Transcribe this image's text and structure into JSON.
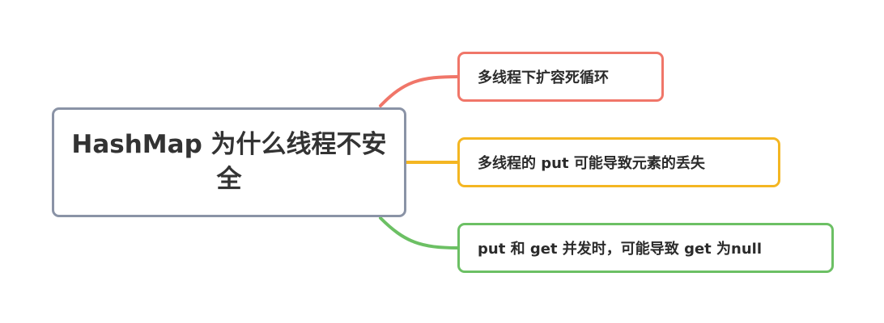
{
  "root": {
    "title": "HashMap 为什么线程不安全"
  },
  "branches": [
    {
      "label": "多线程下扩容死循环",
      "color": "#f07669"
    },
    {
      "label": "多线程的 put 可能导致元素的丢失",
      "color": "#f4b622"
    },
    {
      "label": "put 和 get 并发时，可能导致 get 为null",
      "color": "#6cc064"
    }
  ],
  "colors": {
    "root_border": "#8a93a6",
    "background": "#ffffff"
  }
}
